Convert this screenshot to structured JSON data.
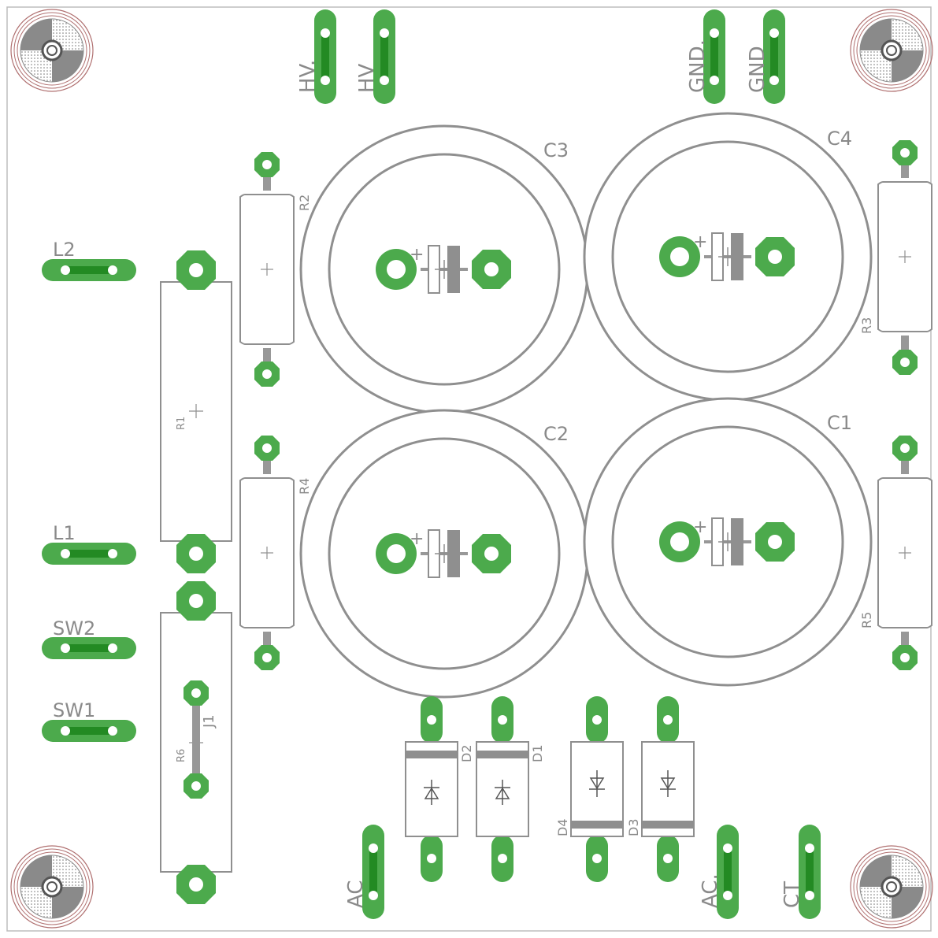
{
  "colors": {
    "pad": "#4caa4c",
    "trace": "#238a23",
    "silk": "#8f8f8f",
    "label": "#8a8a8a",
    "bus": "#989898",
    "hole_ring": "#b07070"
  },
  "labels": {
    "l2": "L2",
    "l1": "L1",
    "sw2": "SW2",
    "sw1": "SW1",
    "hv1": "HV.",
    "hv2": "HV",
    "gnd1": "GND.",
    "gnd2": "GND",
    "ac1": "AC",
    "ac2": "AC.",
    "ct": "CT",
    "c1": "C1",
    "c2": "C2",
    "c3": "C3",
    "c4": "C4",
    "r1": "R1",
    "r2": "R2",
    "r3": "R3",
    "r4": "R4",
    "r5": "R5",
    "r6": "R6",
    "j1": "J1",
    "d1": "D1",
    "d2": "D2",
    "d3": "D3",
    "d4": "D4",
    "plus": "+"
  },
  "icons": {
    "mounting_hole": "mounting-hole-icon",
    "diode": "diode-symbol-icon",
    "origin_cross": "crosshair-icon"
  }
}
